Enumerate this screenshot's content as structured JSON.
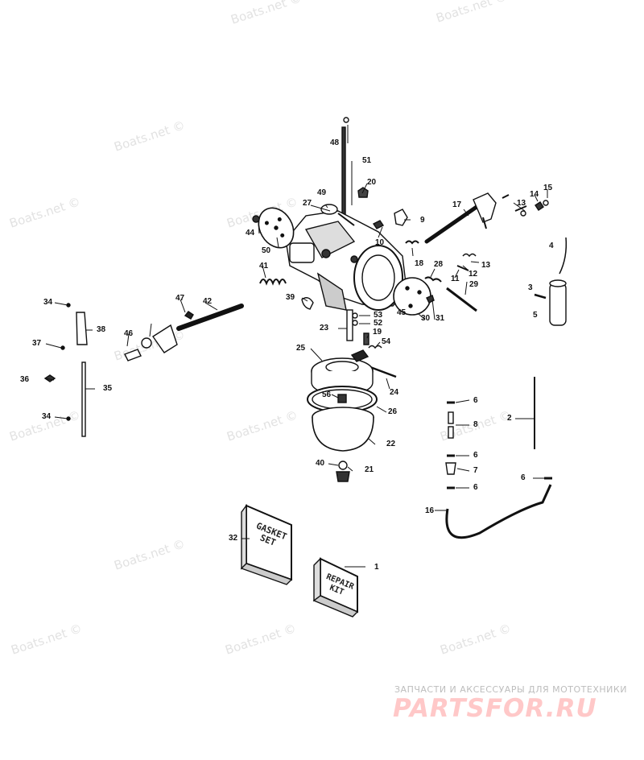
{
  "watermark": "Boats.net ©",
  "footer": {
    "subtitle": "ЗАПЧАСТИ И АКСЕССУАРЫ ДЛЯ МОТОТЕХНИКИ",
    "logo": "PARTSFOR.RU",
    "logo_color": "#ffc8c8"
  },
  "boxes": {
    "gasket_set": "GASKET\nSET",
    "repair_kit": "REPAIR\nKIT"
  },
  "callouts": [
    "1",
    "2",
    "3",
    "4",
    "5",
    "6",
    "6",
    "6",
    "6",
    "7",
    "8",
    "9",
    "10",
    "11",
    "12",
    "13",
    "13",
    "14",
    "15",
    "16",
    "17",
    "18",
    "19",
    "20",
    "21",
    "22",
    "23",
    "24",
    "25",
    "26",
    "27",
    "28",
    "29",
    "30",
    "31",
    "32",
    "34",
    "34",
    "35",
    "36",
    "37",
    "38",
    "39",
    "40",
    "41",
    "42",
    "44",
    "45",
    "46",
    "47",
    "48",
    "49",
    "50",
    "51",
    "52",
    "53",
    "54",
    "56"
  ]
}
